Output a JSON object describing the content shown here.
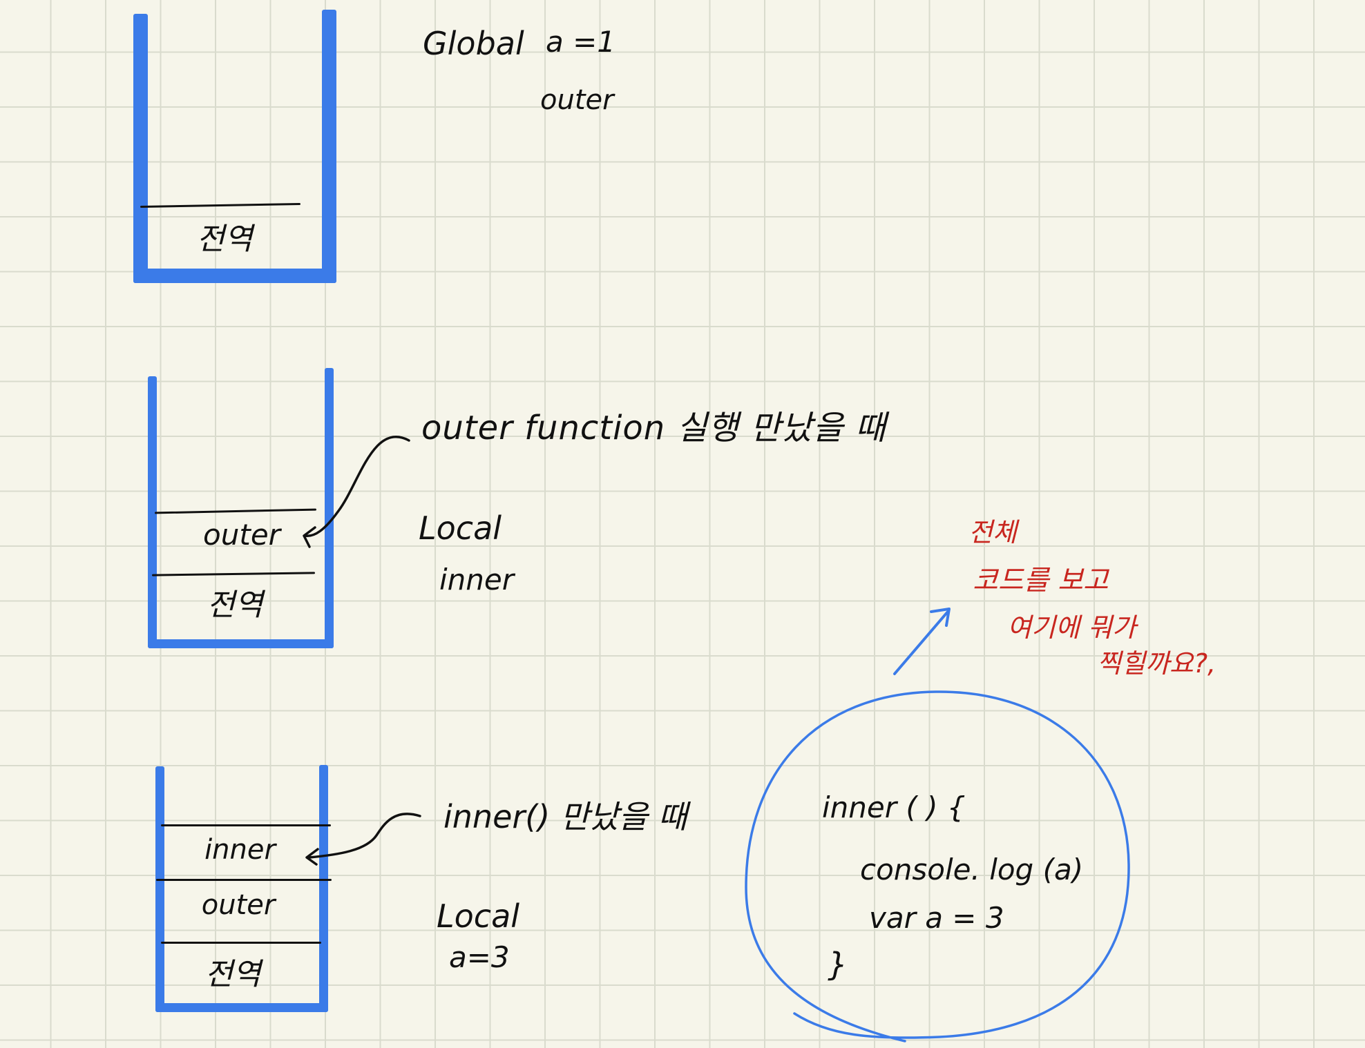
{
  "colors": {
    "stack": "#3b7be8",
    "ink": "#111111",
    "red_note": "#c8261f",
    "paper": "#f6f5ea",
    "grid": "#d9dbcd"
  },
  "stack1": {
    "frames": [
      "전역"
    ],
    "notes": {
      "global": "Global",
      "a_value": "a =1",
      "outer": "outer"
    }
  },
  "stack2": {
    "frames": [
      "outer",
      "전역"
    ],
    "notes": {
      "caption": "outer function  실행 만났을 때",
      "local": "Local",
      "inner": "inner"
    }
  },
  "stack3": {
    "frames": [
      "inner",
      "outer",
      "전역"
    ],
    "notes": {
      "caption": "inner() 만났을 때",
      "local": "Local",
      "a_value": "a=3"
    }
  },
  "code_circle": {
    "lines": [
      "inner ( ) {",
      "console. log (a)",
      "var   a = 3",
      "}"
    ]
  },
  "question": {
    "lines": [
      "전체",
      "코드를 보고",
      "여기에   뭐가",
      "찍힐까요?,"
    ]
  }
}
